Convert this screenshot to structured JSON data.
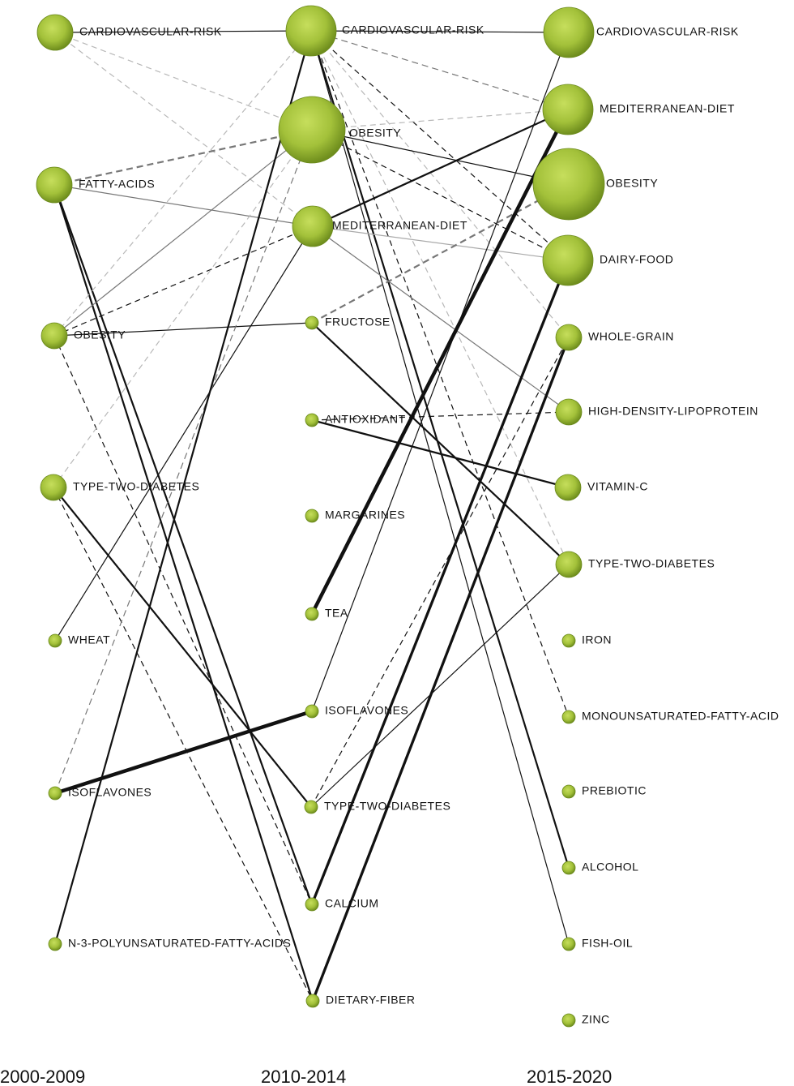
{
  "periods": [
    {
      "label": "2000-2009",
      "nodes": [
        {
          "id": "a_cvr",
          "label": "CARDIOVASCULAR-RISK",
          "size": 3
        },
        {
          "id": "a_fa",
          "label": "FATTY-ACIDS",
          "size": 3
        },
        {
          "id": "a_ob",
          "label": "OBESITY",
          "size": 2
        },
        {
          "id": "a_t2d",
          "label": "TYPE-TWO-DIABETES",
          "size": 2
        },
        {
          "id": "a_wh",
          "label": "WHEAT",
          "size": 1
        },
        {
          "id": "a_iso",
          "label": "ISOFLAVONES",
          "size": 1
        },
        {
          "id": "a_n3",
          "label": "N-3-POLYUNSATURATED-FATTY-ACIDS",
          "size": 1
        }
      ]
    },
    {
      "label": "2010-2014",
      "nodes": [
        {
          "id": "b_cvr",
          "label": "CARDIOVASCULAR-RISK",
          "size": 5
        },
        {
          "id": "b_ob",
          "label": "OBESITY",
          "size": 6
        },
        {
          "id": "b_md",
          "label": "MEDITERRANEAN-DIET",
          "size": 4
        },
        {
          "id": "b_fr",
          "label": "FRUCTOSE",
          "size": 1
        },
        {
          "id": "b_ant",
          "label": "ANTIOXIDANT",
          "size": 1
        },
        {
          "id": "b_mar",
          "label": "MARGARINES",
          "size": 1
        },
        {
          "id": "b_tea",
          "label": "TEA",
          "size": 1
        },
        {
          "id": "b_iso",
          "label": "ISOFLAVONES",
          "size": 1
        },
        {
          "id": "b_t2d",
          "label": "TYPE-TWO-DIABETES",
          "size": 1
        },
        {
          "id": "b_ca",
          "label": "CALCIUM",
          "size": 1
        },
        {
          "id": "b_df",
          "label": "DIETARY-FIBER",
          "size": 1
        }
      ]
    },
    {
      "label": "2015-2020",
      "nodes": [
        {
          "id": "c_cvr",
          "label": "CARDIOVASCULAR-RISK",
          "size": 5
        },
        {
          "id": "c_md",
          "label": "MEDITERRANEAN-DIET",
          "size": 5
        },
        {
          "id": "c_ob",
          "label": "OBESITY",
          "size": 7
        },
        {
          "id": "c_df",
          "label": "DAIRY-FOOD",
          "size": 5
        },
        {
          "id": "c_wg",
          "label": "WHOLE-GRAIN",
          "size": 2
        },
        {
          "id": "c_hdl",
          "label": "HIGH-DENSITY-LIPOPROTEIN",
          "size": 2
        },
        {
          "id": "c_vc",
          "label": "VITAMIN-C",
          "size": 2
        },
        {
          "id": "c_t2d",
          "label": "TYPE-TWO-DIABETES",
          "size": 2
        },
        {
          "id": "c_fe",
          "label": "IRON",
          "size": 1
        },
        {
          "id": "c_mufa",
          "label": "MONOUNSATURATED-FATTY-ACID",
          "size": 1
        },
        {
          "id": "c_pre",
          "label": "PREBIOTIC",
          "size": 1
        },
        {
          "id": "c_alc",
          "label": "ALCOHOL",
          "size": 1
        },
        {
          "id": "c_fo",
          "label": "FISH-OIL",
          "size": 1
        },
        {
          "id": "c_zn",
          "label": "ZINC",
          "size": 1
        }
      ]
    }
  ],
  "links": [
    {
      "from": "a_cvr",
      "to": "b_cvr",
      "style": "solid",
      "weight": 1
    },
    {
      "from": "a_cvr",
      "to": "b_ob",
      "style": "dashed-light",
      "weight": 1
    },
    {
      "from": "a_cvr",
      "to": "b_md",
      "style": "dashed-light",
      "weight": 1
    },
    {
      "from": "a_fa",
      "to": "b_ob",
      "style": "dashed-gray",
      "weight": 2
    },
    {
      "from": "a_fa",
      "to": "b_md",
      "style": "solid-gray",
      "weight": 1
    },
    {
      "from": "a_fa",
      "to": "b_ca",
      "style": "solid",
      "weight": 2
    },
    {
      "from": "a_fa",
      "to": "b_df",
      "style": "solid",
      "weight": 2
    },
    {
      "from": "a_ob",
      "to": "b_cvr",
      "style": "dashed-light",
      "weight": 1
    },
    {
      "from": "a_ob",
      "to": "b_ob",
      "style": "solid-gray",
      "weight": 1
    },
    {
      "from": "a_ob",
      "to": "b_md",
      "style": "dashed",
      "weight": 1
    },
    {
      "from": "a_ob",
      "to": "b_fr",
      "style": "solid",
      "weight": 1
    },
    {
      "from": "a_ob",
      "to": "b_ca",
      "style": "dashed",
      "weight": 1
    },
    {
      "from": "a_t2d",
      "to": "b_ob",
      "style": "dashed-light",
      "weight": 1
    },
    {
      "from": "a_t2d",
      "to": "b_t2d",
      "style": "solid",
      "weight": 2
    },
    {
      "from": "a_t2d",
      "to": "b_df",
      "style": "dashed",
      "weight": 1
    },
    {
      "from": "a_wh",
      "to": "b_md",
      "style": "solid",
      "weight": 1
    },
    {
      "from": "a_iso",
      "to": "b_iso",
      "style": "solid",
      "weight": 4
    },
    {
      "from": "a_iso",
      "to": "b_ob",
      "style": "dashed-gray",
      "weight": 1
    },
    {
      "from": "a_n3",
      "to": "b_cvr",
      "style": "solid",
      "weight": 2
    },
    {
      "from": "b_cvr",
      "to": "c_cvr",
      "style": "solid",
      "weight": 1
    },
    {
      "from": "b_cvr",
      "to": "c_md",
      "style": "dashed-gray",
      "weight": 1
    },
    {
      "from": "b_cvr",
      "to": "c_df",
      "style": "dashed",
      "weight": 1
    },
    {
      "from": "b_cvr",
      "to": "c_wg",
      "style": "dashed-light",
      "weight": 1
    },
    {
      "from": "b_cvr",
      "to": "c_t2d",
      "style": "dashed-light",
      "weight": 1
    },
    {
      "from": "b_cvr",
      "to": "c_mufa",
      "style": "dashed",
      "weight": 1
    },
    {
      "from": "b_cvr",
      "to": "c_alc",
      "style": "solid",
      "weight": 2
    },
    {
      "from": "b_cvr",
      "to": "c_fo",
      "style": "solid",
      "weight": 1
    },
    {
      "from": "b_ob",
      "to": "c_md",
      "style": "dashed-light",
      "weight": 1
    },
    {
      "from": "b_ob",
      "to": "c_ob",
      "style": "solid",
      "weight": 1
    },
    {
      "from": "b_ob",
      "to": "c_df",
      "style": "dashed",
      "weight": 1
    },
    {
      "from": "b_md",
      "to": "c_md",
      "style": "solid",
      "weight": 2
    },
    {
      "from": "b_md",
      "to": "c_df",
      "style": "solid-light",
      "weight": 1
    },
    {
      "from": "b_md",
      "to": "c_hdl",
      "style": "solid-gray",
      "weight": 1
    },
    {
      "from": "b_fr",
      "to": "c_ob",
      "style": "dashed-gray",
      "weight": 2
    },
    {
      "from": "b_fr",
      "to": "c_t2d",
      "style": "solid",
      "weight": 2
    },
    {
      "from": "b_ant",
      "to": "c_vc",
      "style": "solid",
      "weight": 2
    },
    {
      "from": "b_ant",
      "to": "c_hdl",
      "style": "dashed",
      "weight": 1
    },
    {
      "from": "b_tea",
      "to": "c_md",
      "style": "solid",
      "weight": 4
    },
    {
      "from": "b_iso",
      "to": "c_cvr",
      "style": "solid",
      "weight": 1
    },
    {
      "from": "b_t2d",
      "to": "c_wg",
      "style": "dashed",
      "weight": 1
    },
    {
      "from": "b_t2d",
      "to": "c_t2d",
      "style": "solid",
      "weight": 1
    },
    {
      "from": "b_ca",
      "to": "c_df",
      "style": "solid",
      "weight": 3
    },
    {
      "from": "b_df",
      "to": "c_wg",
      "style": "solid",
      "weight": 3
    }
  ]
}
